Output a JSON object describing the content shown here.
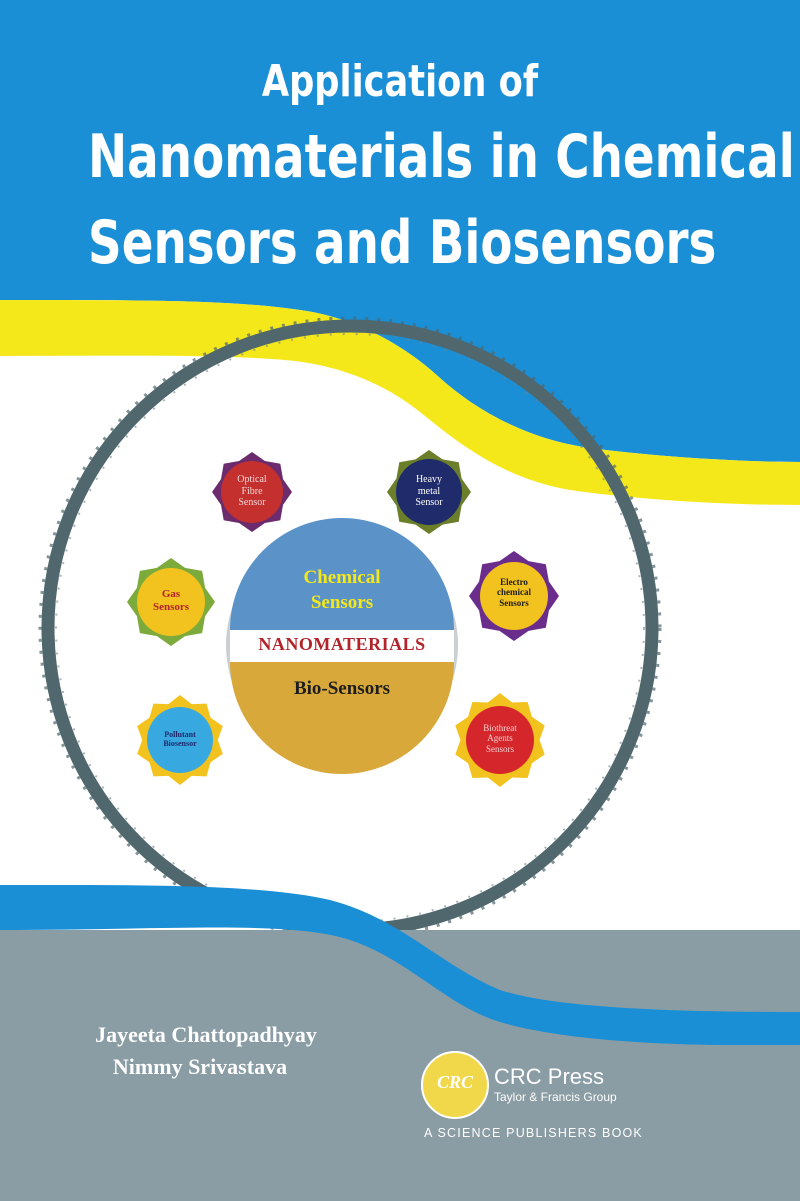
{
  "title": {
    "line1": "Application of",
    "line2": "Nanomaterials in Chemical",
    "line3": "Sensors and Biosensors"
  },
  "diagram": {
    "core": {
      "top": "Chemical\nSensors",
      "band": "NANOMATERIALS",
      "bottom": "Bio-Sensors"
    },
    "sensors": {
      "optical": "Optical\nFibre\nSensor",
      "heavy_metal": "Heavy\nmetal\nSensor",
      "gas": "Gas\nSensors",
      "electrochemical": "Electro\nchemical\nSensors",
      "pollutant": "Pollutant\nBiosensor",
      "biothreat": "Biothreat\nAgents\nSensors"
    }
  },
  "authors": [
    "Jayeeta Chattopadhyay",
    "Nimmy Srivastava"
  ],
  "publisher": {
    "logo_text": "CRC",
    "name": "CRC Press",
    "group": "Taylor & Francis Group",
    "imprint": "A SCIENCE PUBLISHERS BOOK"
  },
  "colors": {
    "blue": "#1a8fd6",
    "yellow": "#f4e81b",
    "gray": "#8a9ca4",
    "ring": "#4f676d"
  }
}
